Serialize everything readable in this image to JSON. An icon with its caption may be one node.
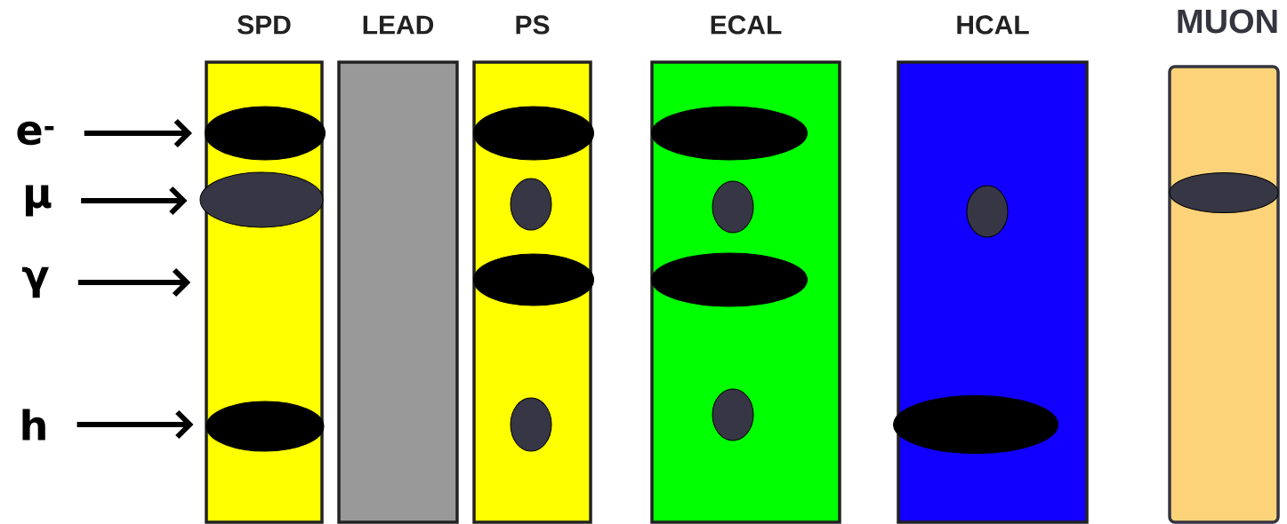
{
  "diagram": {
    "nodes": [
      {
        "text": [
          "SPD"
        ]
      },
      {
        "text": [],
        "shape": "ellipse",
        "in": 0
      },
      {
        "text": [],
        "shape": "ellipse",
        "in": 0
      },
      {
        "text": [],
        "shape": "ellipse",
        "in": 0
      },
      {
        "text": [
          "LEAD"
        ]
      },
      {
        "text": [
          "PS"
        ]
      },
      {
        "text": [],
        "shape": "ellipse",
        "in": 5
      },
      {
        "text": [],
        "shape": "ellipse",
        "in": 5
      },
      {
        "text": [],
        "shape": "ellipse",
        "in": 5
      },
      {
        "text": [],
        "shape": "ellipse",
        "in": 5
      },
      {
        "text": [
          "ECAL"
        ]
      },
      {
        "text": [],
        "shape": "ellipse",
        "in": 10
      },
      {
        "text": [],
        "shape": "ellipse",
        "in": 10
      },
      {
        "text": [],
        "shape": "ellipse",
        "in": 10
      },
      {
        "text": [],
        "shape": "ellipse",
        "in": 10
      },
      {
        "text": [
          "HCAL"
        ]
      },
      {
        "text": [],
        "shape": "ellipse",
        "in": 15
      },
      {
        "text": [],
        "shape": "ellipse",
        "in": 15
      },
      {
        "text": [
          "MUON"
        ]
      },
      {
        "text": [],
        "shape": "ellipse",
        "in": 18
      },
      {
        "text": [
          "e$^{-}$"
        ]
      },
      {
        "text": [
          "μ"
        ]
      },
      {
        "text": [
          "γ"
        ]
      },
      {
        "text": [
          "h"
        ]
      }
    ],
    "edges": [
      {
        "from": 20,
        "to": 1,
        "arrow": "to"
      },
      {
        "from": 21,
        "to": 2,
        "arrow": "to"
      },
      {
        "from": 22,
        "to": 0,
        "arrow": "to"
      },
      {
        "from": 23,
        "to": 3,
        "arrow": "to"
      }
    ]
  }
}
